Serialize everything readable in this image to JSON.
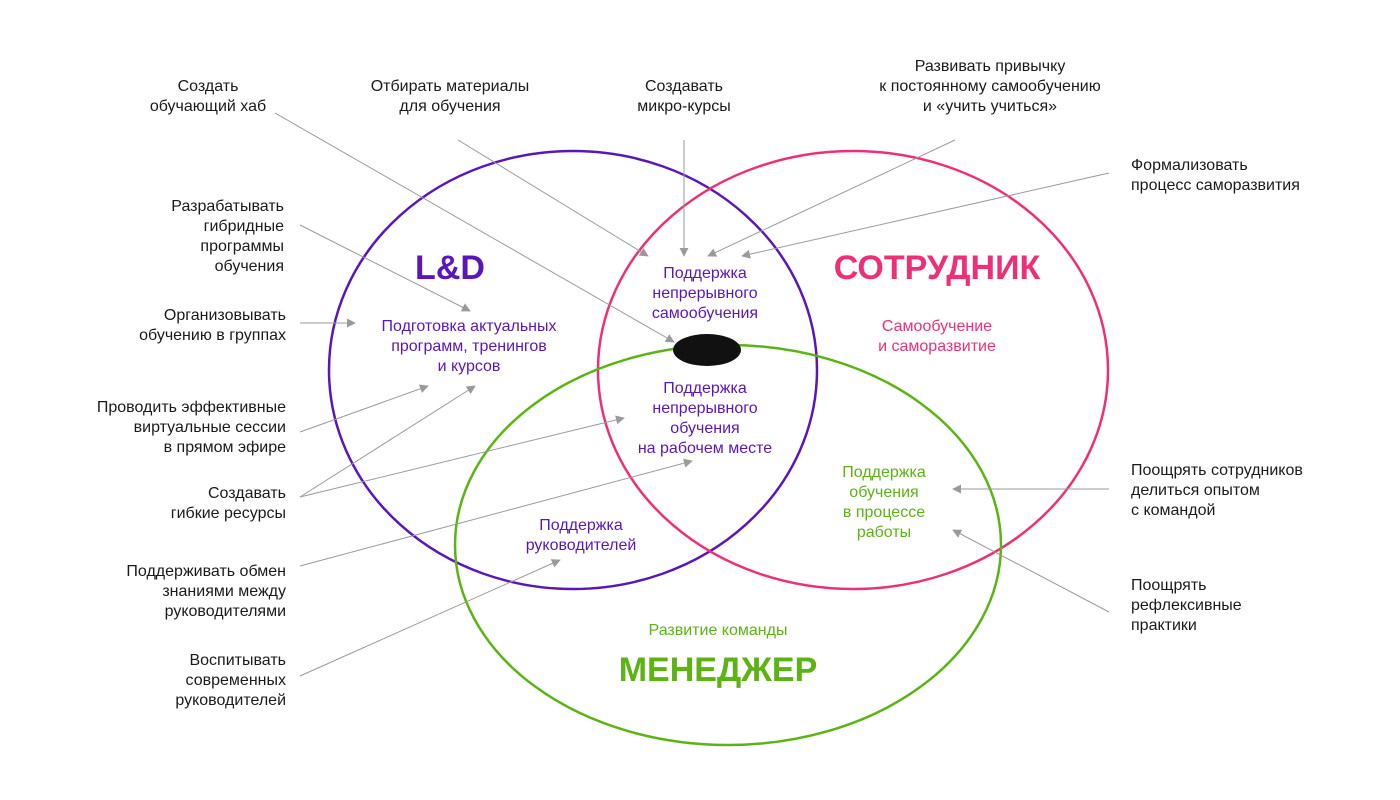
{
  "colors": {
    "ld": "#5b16b8",
    "employee": "#ee2f78",
    "manager": "#5bb314",
    "arrow": "#9a9a9a",
    "dot": "#111111",
    "text": "#1a1a1a"
  },
  "circles": {
    "ld": {
      "title": "L&D",
      "text": [
        "Подготовка актуальных",
        "программ, тренингов",
        "и курсов"
      ]
    },
    "employee": {
      "title": "СОТРУДНИК",
      "text": [
        "Самообучение",
        "и саморазвитие"
      ]
    },
    "manager": {
      "title": "МЕНЕДЖЕР",
      "text": [
        "Развитие команды"
      ]
    }
  },
  "overlaps": {
    "ld_employee": [
      "Поддержка",
      "непрерывного",
      "самообучения"
    ],
    "all_three": [
      "Поддержка",
      "непрерывного",
      "обучения",
      "на рабочем месте"
    ],
    "ld_manager": [
      "Поддержка",
      "руководителей"
    ],
    "employee_manager": [
      "Поддержка",
      "обучения",
      "в процессе",
      "работы"
    ]
  },
  "labels": [
    {
      "id": "create-hub",
      "lines": [
        "Создать",
        "обучающий хаб"
      ]
    },
    {
      "id": "select-materials",
      "lines": [
        "Отбирать материалы",
        "для обучения"
      ]
    },
    {
      "id": "create-microcourses",
      "lines": [
        "Создавать",
        "микро-курсы"
      ]
    },
    {
      "id": "develop-habit",
      "lines": [
        "Развивать привычку",
        "к постоянному самообучению",
        "и «учить учиться»"
      ]
    },
    {
      "id": "formalize-process",
      "lines": [
        "Формализовать",
        "процесс саморазвития"
      ]
    },
    {
      "id": "hybrid-programs",
      "lines": [
        "Разрабатывать",
        "гибридные",
        "программы",
        "обучения"
      ]
    },
    {
      "id": "group-learning",
      "lines": [
        "Организовывать",
        "обучению в группах"
      ]
    },
    {
      "id": "virtual-sessions",
      "lines": [
        "Проводить эффективные",
        "виртуальные сессии",
        "в прямом эфире"
      ]
    },
    {
      "id": "flexible-resources",
      "lines": [
        "Создавать",
        "гибкие ресурсы"
      ]
    },
    {
      "id": "knowledge-exchange",
      "lines": [
        "Поддерживать обмен",
        "знаниями между",
        "руководителями"
      ]
    },
    {
      "id": "raise-leaders",
      "lines": [
        "Воспитывать",
        "современных",
        "руководителей"
      ]
    },
    {
      "id": "share-experience",
      "lines": [
        "Поощрять сотрудников",
        "делиться опытом",
        "с командой"
      ]
    },
    {
      "id": "reflexive-practices",
      "lines": [
        "Поощрять",
        "рефлексивные",
        "практики"
      ]
    }
  ]
}
